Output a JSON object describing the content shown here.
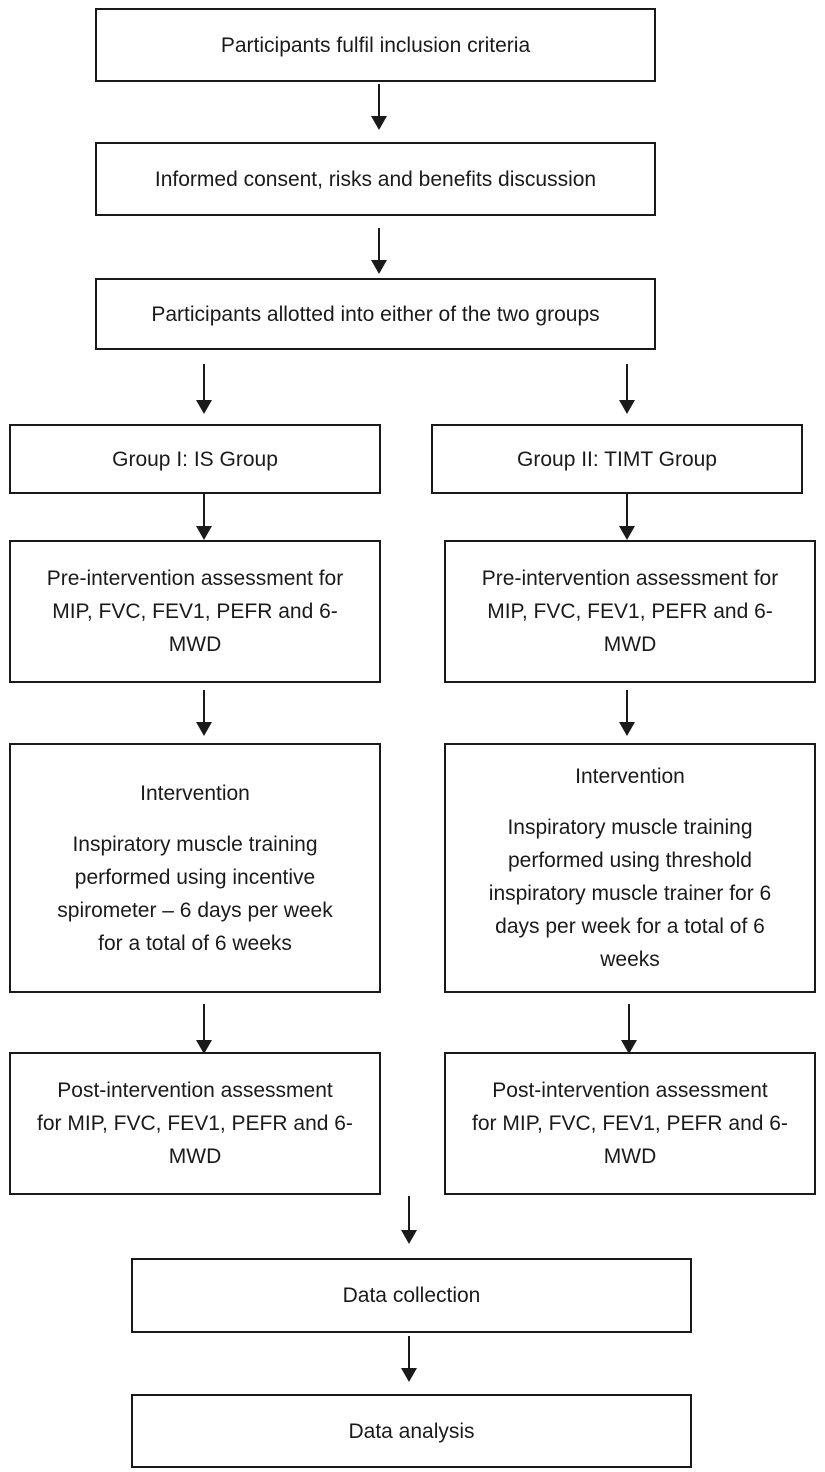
{
  "flow": {
    "inclusion": "Participants fulfil inclusion criteria",
    "consent": "Informed consent, risks and benefits discussion",
    "allotment": "Participants allotted into either of the two groups",
    "data_collection": "Data collection",
    "data_analysis": "Data analysis"
  },
  "group1": {
    "title": "Group I: IS Group",
    "pre": [
      "Pre-intervention assessment for",
      "MIP, FVC, FEV1, PEFR and 6-",
      "MWD"
    ],
    "intervention_title": "Intervention",
    "intervention": [
      "Inspiratory muscle training",
      "performed using incentive",
      "spirometer – 6 days per week",
      "for a total of 6 weeks"
    ],
    "post": [
      "Post-intervention assessment",
      "for MIP, FVC, FEV1, PEFR and 6-",
      "MWD"
    ]
  },
  "group2": {
    "title": "Group II: TIMT Group",
    "pre": [
      "Pre-intervention assessment for",
      "MIP, FVC, FEV1, PEFR and 6-",
      "MWD"
    ],
    "intervention_title": "Intervention",
    "intervention": [
      "Inspiratory muscle training",
      "performed using threshold",
      "inspiratory muscle trainer for 6",
      "days per week for a total of 6",
      "weeks"
    ],
    "post": [
      "Post-intervention assessment",
      "for MIP, FVC, FEV1, PEFR and 6-",
      "MWD"
    ]
  }
}
